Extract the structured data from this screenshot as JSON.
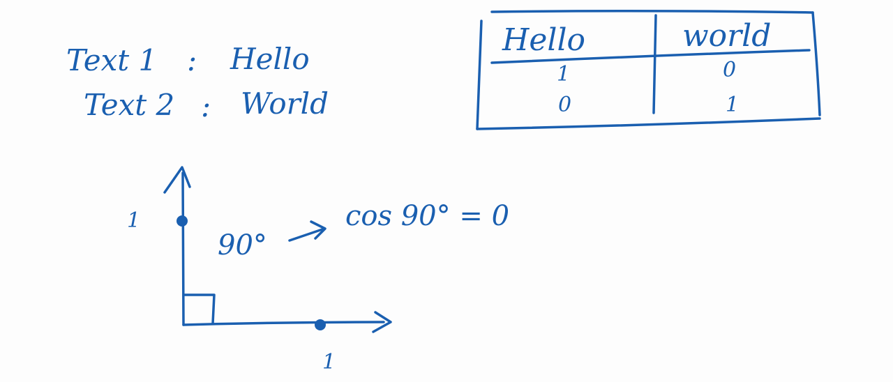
{
  "notes": {
    "text1_label": "Text 1",
    "text1_sep": ":",
    "text1_value": "Hello",
    "text2_label": "Text 2",
    "text2_sep": ":",
    "text2_value": "World"
  },
  "table": {
    "headers": [
      "Hello",
      "world"
    ],
    "rows": [
      [
        "1",
        "0"
      ],
      [
        "0",
        "1"
      ]
    ]
  },
  "diagram": {
    "y_axis_tick": "1",
    "x_axis_tick": "1",
    "angle_label": "90°",
    "arrow_symbol": "→",
    "formula": "cos 90° = 0"
  },
  "colors": {
    "ink": "#1a5fb0",
    "board": "#fdfdfd"
  }
}
